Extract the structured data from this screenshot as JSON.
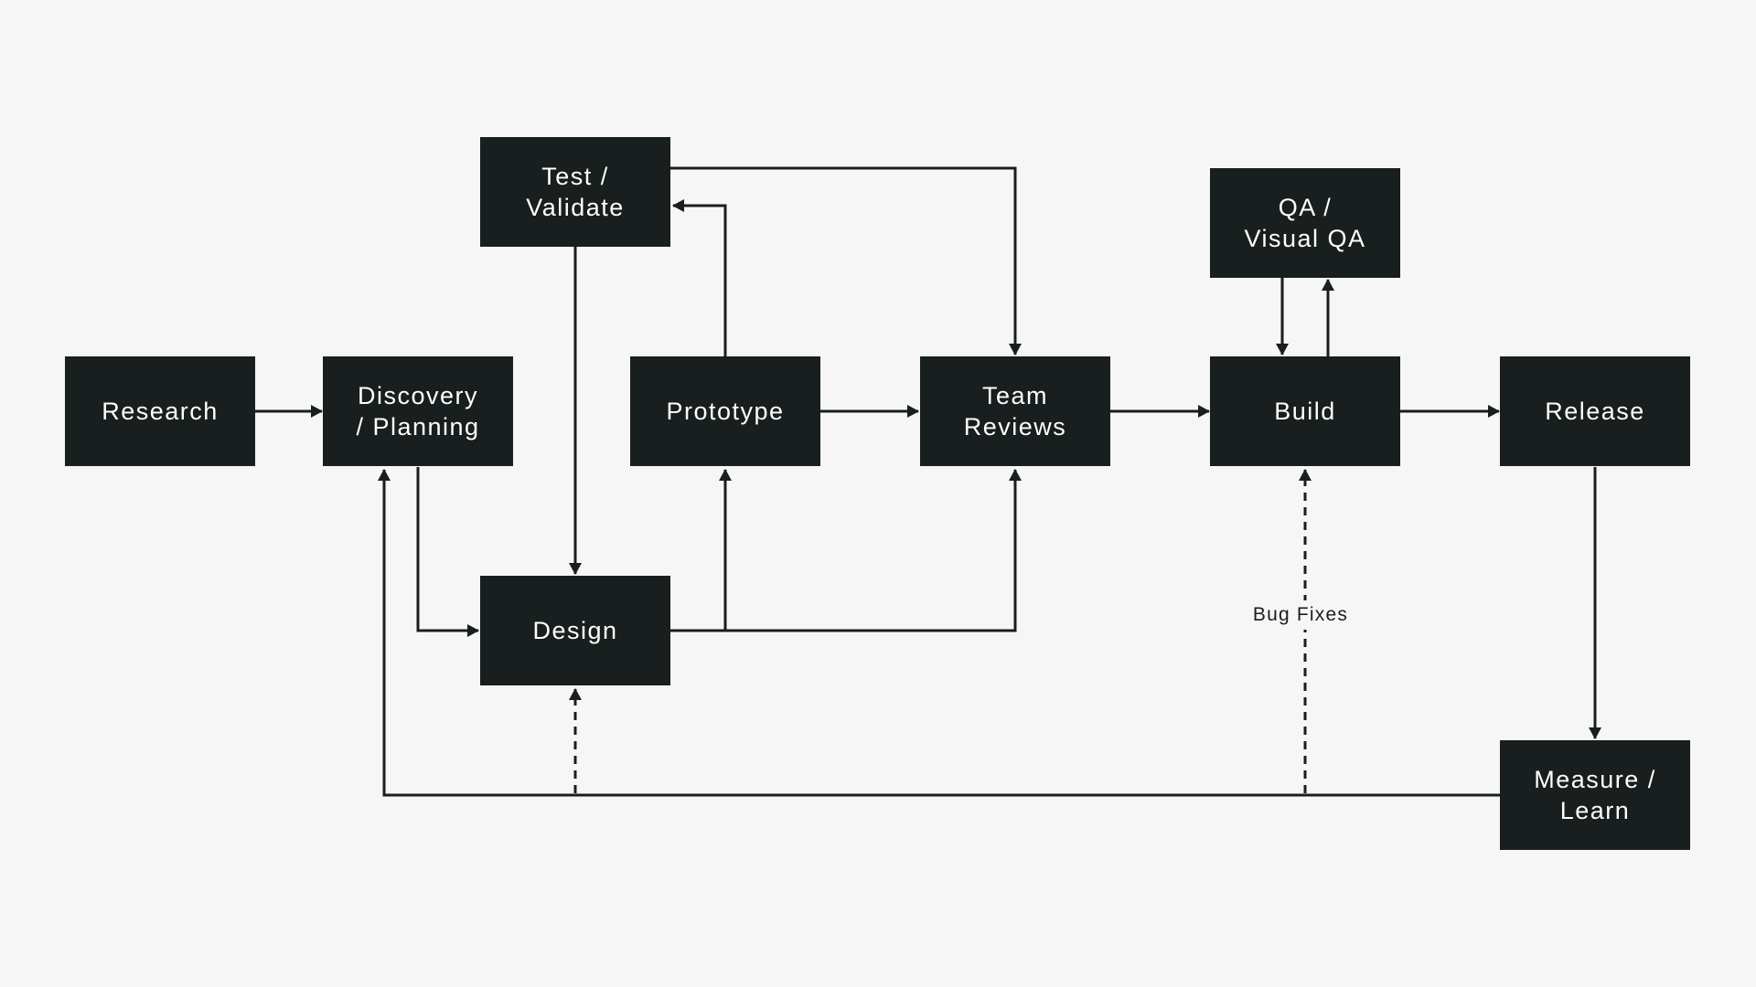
{
  "nodes": {
    "research": {
      "line1": "Research",
      "line2": ""
    },
    "discovery": {
      "line1": "Discovery",
      "line2": "/ Planning"
    },
    "test": {
      "line1": "Test /",
      "line2": "Validate"
    },
    "prototype": {
      "line1": "Prototype",
      "line2": ""
    },
    "design": {
      "line1": "Design",
      "line2": ""
    },
    "team": {
      "line1": "Team",
      "line2": "Reviews"
    },
    "qa": {
      "line1": "QA /",
      "line2": "Visual QA"
    },
    "build": {
      "line1": "Build",
      "line2": ""
    },
    "release": {
      "line1": "Release",
      "line2": ""
    },
    "measure": {
      "line1": "Measure /",
      "line2": "Learn"
    }
  },
  "edge_labels": {
    "bug_fixes": "Bug Fixes"
  },
  "colors": {
    "node_fill": "#181f1e",
    "node_text": "#ffffff",
    "background": "#f6f6f6",
    "edge": "#181f1e"
  }
}
